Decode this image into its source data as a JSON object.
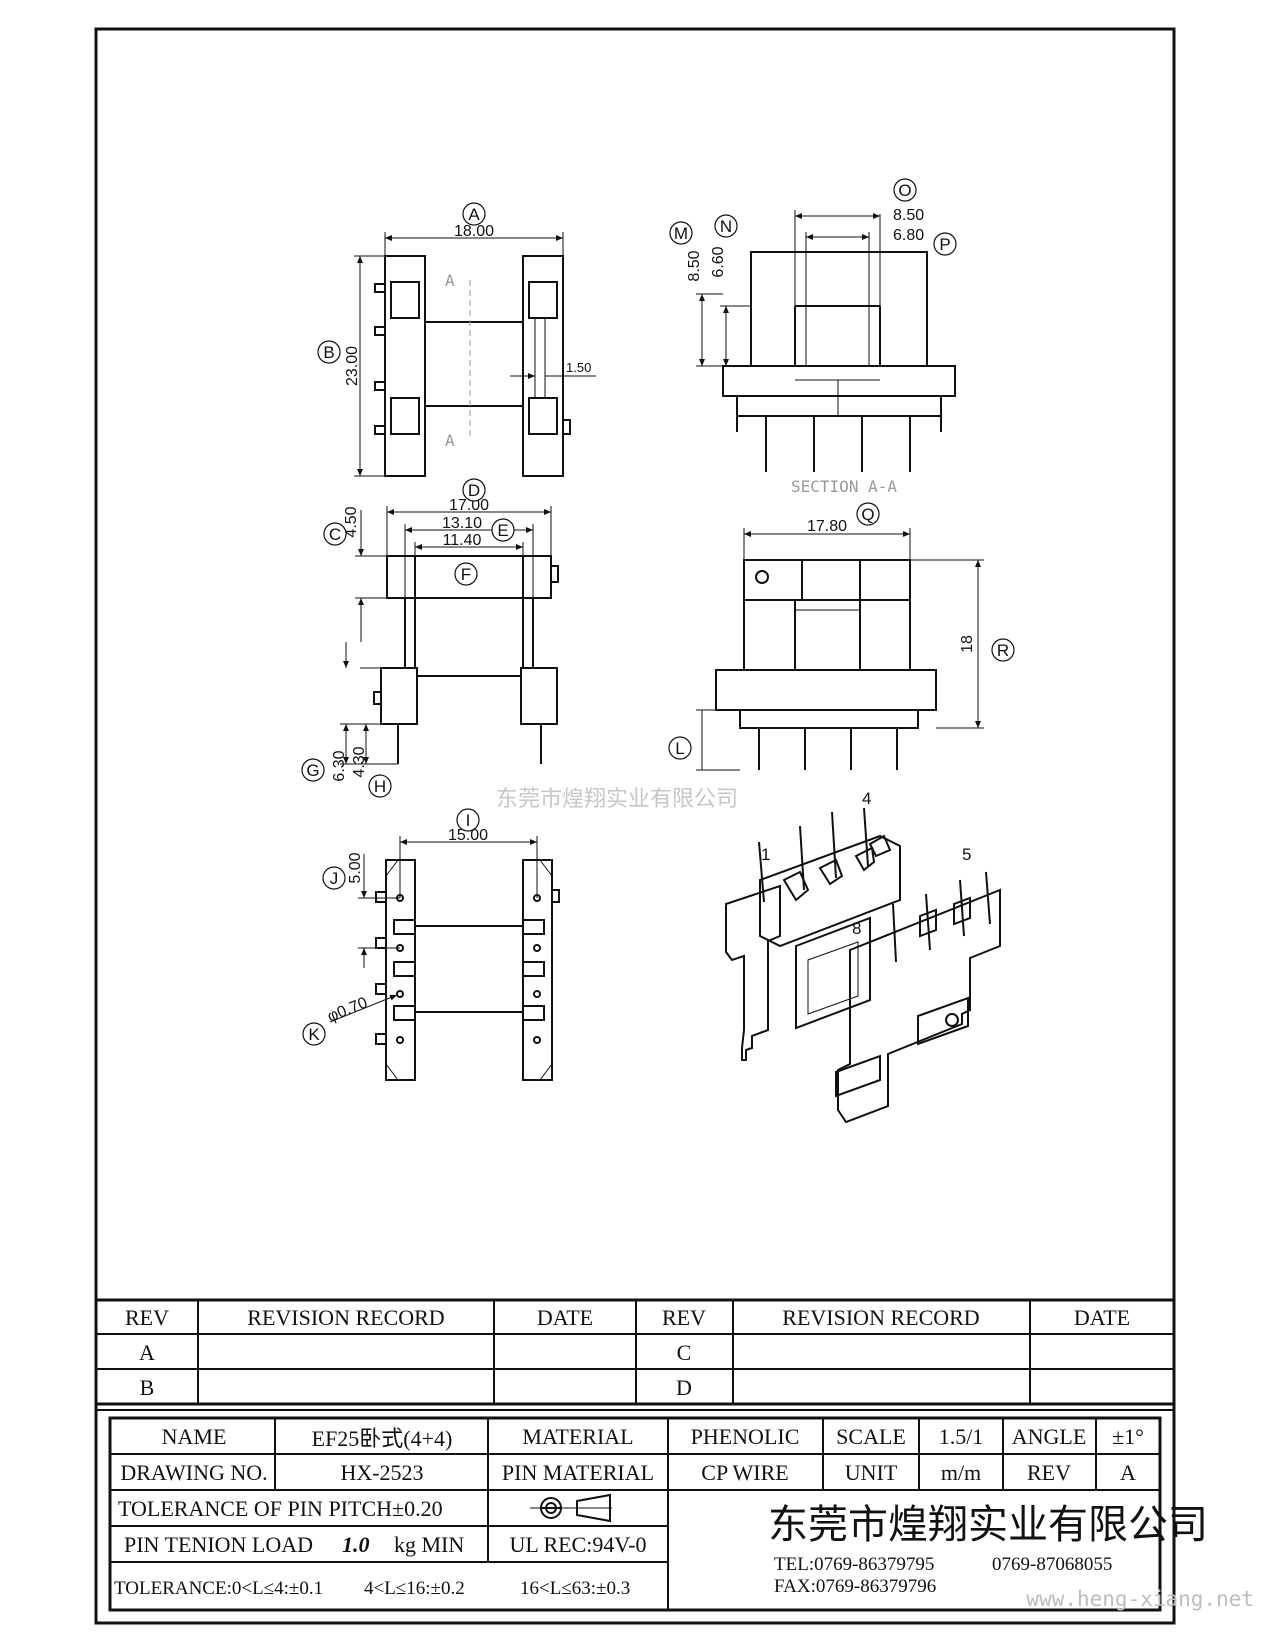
{
  "callouts": {
    "A": "A",
    "B": "B",
    "C": "C",
    "D": "D",
    "E": "E",
    "F": "F",
    "G": "G",
    "H": "H",
    "I": "I",
    "J": "J",
    "K": "K",
    "L": "L",
    "M": "M",
    "N": "N",
    "O": "O",
    "P": "P",
    "Q": "Q",
    "R": "R"
  },
  "dims": {
    "a": "18.00",
    "b": "23.00",
    "c": "4.50",
    "d": "17.00",
    "e": "13.10",
    "f": "11.40",
    "g": "6.30",
    "h": "4.30",
    "i": "15.00",
    "j": "5.00",
    "k": "φ0.70",
    "m": "8.50",
    "n": "6.60",
    "o": "8.50",
    "p": "6.80",
    "q": "17.80",
    "r": "18",
    "slot": "1.50"
  },
  "section": {
    "mark_top": "A",
    "mark_bottom": "A",
    "label": "SECTION A-A"
  },
  "pins": {
    "p1": "1",
    "p4": "4",
    "p5": "5",
    "p8": "8"
  },
  "watermark": {
    "center": "东莞市煌翔实业有限公司",
    "url": "www.heng-xiang.net"
  },
  "revision": {
    "h_rev": "REV",
    "h_record": "REVISION RECORD",
    "h_date": "DATE",
    "rows": [
      "A",
      "B",
      "C",
      "D"
    ]
  },
  "title_block": {
    "name_label": "NAME",
    "name_value": "EF25卧式(4+4)",
    "material_label": "MATERIAL",
    "material_value": "PHENOLIC",
    "scale_label": "SCALE",
    "scale_value": "1.5/1",
    "angle_label": "ANGLE",
    "angle_value": "±1°",
    "drawing_label": "DRAWING NO.",
    "drawing_value": "HX-2523",
    "pin_material_label": "PIN MATERIAL",
    "pin_material_value": "CP WIRE",
    "unit_label": "UNIT",
    "unit_value": "m/m",
    "rev_label": "REV",
    "rev_value": "A",
    "pitch_tolerance": "TOLERANCE OF PIN PITCH±0.20",
    "pin_load_prefix": "PIN TENION LOAD",
    "pin_load_value": "1.0",
    "pin_load_suffix": "kg MIN",
    "ul": "UL REC:94V-0",
    "tol_1": "TOLERANCE:0<L≤4:±0.1",
    "tol_2": "4<L≤16:±0.2",
    "tol_3": "16<L≤63:±0.3",
    "company": "东莞市煌翔实业有限公司",
    "tel": "TEL:0769-86379795",
    "tel2": "0769-87068055",
    "fax": "FAX:0769-86379796"
  }
}
